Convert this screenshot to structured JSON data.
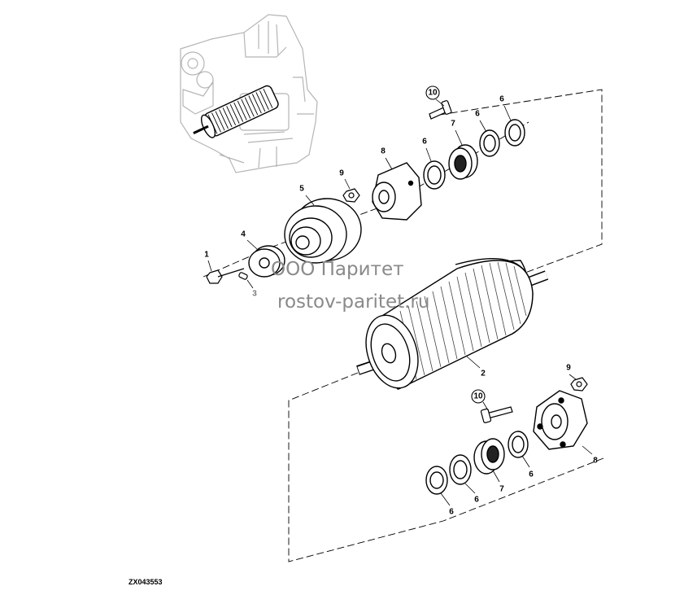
{
  "diagram": {
    "figure_id": "ZX043553",
    "watermark": {
      "line1": "ООО Паритет",
      "line2": "rostov-paritet.ru"
    },
    "callouts": [
      {
        "id": "c10a",
        "label": "10"
      },
      {
        "id": "c6a",
        "label": "6"
      },
      {
        "id": "c6b",
        "label": "6"
      },
      {
        "id": "c7a",
        "label": "7"
      },
      {
        "id": "c6c",
        "label": "6"
      },
      {
        "id": "c8a",
        "label": "8"
      },
      {
        "id": "c9a",
        "label": "9"
      },
      {
        "id": "c5",
        "label": "5"
      },
      {
        "id": "c4",
        "label": "4"
      },
      {
        "id": "c1",
        "label": "1"
      },
      {
        "id": "c3",
        "label": "3"
      },
      {
        "id": "c2",
        "label": "2"
      },
      {
        "id": "c9b",
        "label": "9"
      },
      {
        "id": "c10b",
        "label": "10"
      },
      {
        "id": "c8b",
        "label": "8"
      },
      {
        "id": "c6d",
        "label": "6"
      },
      {
        "id": "c7b",
        "label": "7"
      },
      {
        "id": "c6e",
        "label": "6"
      },
      {
        "id": "c6f",
        "label": "6"
      }
    ]
  }
}
